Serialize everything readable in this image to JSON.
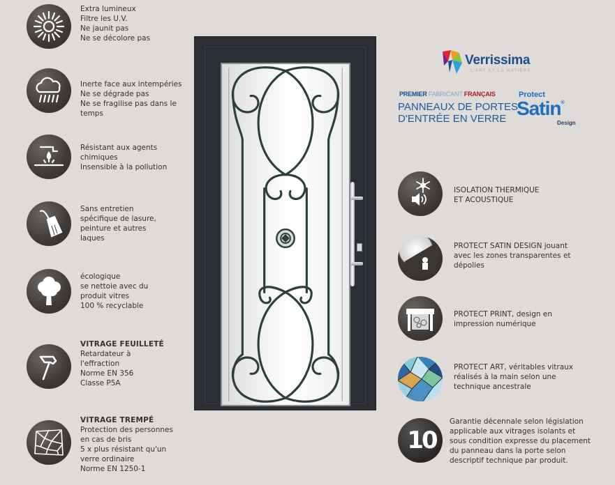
{
  "left_features": [
    {
      "icon": "sun-icon",
      "title": "",
      "lines": [
        "Extra lumineux",
        "Filtre les U.V.",
        "Ne jaunit pas",
        "Ne se décolore pas"
      ]
    },
    {
      "icon": "rain-cloud-icon",
      "title": "",
      "lines": [
        "Inerte face aux intempéries",
        "Ne se dégrade pas",
        "Ne se fragilise pas dans le",
        "temps"
      ]
    },
    {
      "icon": "chemical-drop-icon",
      "title": "",
      "lines": [
        "Résistant aux agents",
        "chimiques",
        "Insensible à la pollution"
      ]
    },
    {
      "icon": "paintbrush-icon",
      "title": "",
      "lines": [
        "Sans entretien",
        "spécifique de lasure,",
        "peinture et autres",
        "laques"
      ]
    },
    {
      "icon": "tree-icon",
      "title": "",
      "lines": [
        "écologique",
        "se nettoie avec du",
        "produit vitres",
        "100 % recyclable"
      ]
    },
    {
      "icon": "hammer-icon",
      "title": "VITRAGE FEUILLETÉ",
      "lines": [
        "Retardateur à",
        "l'effraction",
        "Norme EN 356",
        "Classe P5A"
      ]
    },
    {
      "icon": "shattered-glass-icon",
      "title": "VITRAGE TREMPÉ",
      "lines": [
        "Protection des personnes",
        "en cas de bris",
        "5 x plus résistant qu'un",
        "verre ordinaire",
        "Norme EN 1250-1"
      ]
    }
  ],
  "right_features": [
    {
      "icon": "snowflake-sound-icon",
      "lines": [
        "ISOLATION THERMIQUE",
        "ET ACOUSTIQUE"
      ]
    },
    {
      "icon": "satin-panel-icon",
      "lines": [
        "PROTECT SATIN DESIGN jouant",
        "avec les zones transparentes et",
        "dépolies"
      ]
    },
    {
      "icon": "printer-icon",
      "lines": [
        "PROTECT PRINT, design en",
        "impression numérique"
      ]
    },
    {
      "icon": "stained-glass-icon",
      "lines": [
        "PROTECT ART, véritables vitraux",
        "réalisés à la main selon une",
        "technique ancestrale"
      ]
    },
    {
      "icon": "ten-years-icon",
      "badge": "10",
      "lines": [
        "Garantie décennale selon législation",
        "applicable aux vitrages isolants et",
        "sous condition expresse du placement",
        "du panneau dans la porte selon",
        "descriptif technique par produit."
      ]
    }
  ],
  "brand": {
    "name": "Verrissima",
    "tagline": "L'ART ET LA MATIÈRE",
    "premier_part1": "PREMIER",
    "premier_part2": " FABRICANT ",
    "premier_part3": "FRANÇAIS",
    "panneaux_line1": "PANNEAUX DE PORTES",
    "panneaux_line2": "D'ENTRÉE EN VERRE",
    "protect": "Protect",
    "satin": "Satin",
    "design": "Design"
  },
  "colors": {
    "background": "#dedbd9",
    "door_frame": "#2c3036",
    "brand_blue": "#1b4f8c",
    "accent_red": "#b01a24",
    "satin_blue": "#1b6fc2"
  }
}
